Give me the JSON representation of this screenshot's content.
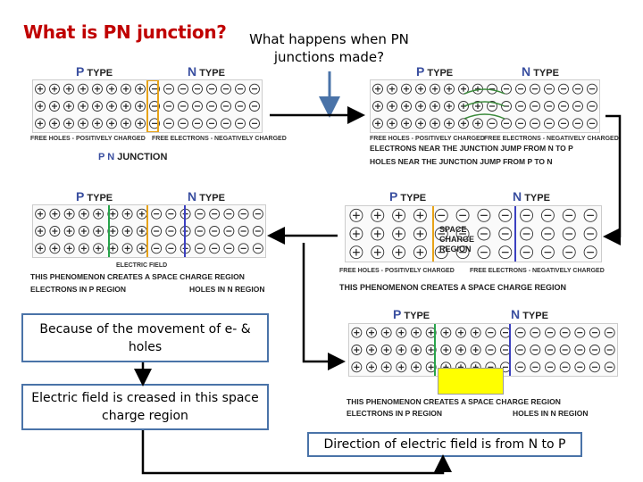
{
  "title": "What is PN junction?",
  "question": "What happens when PN junctions made?",
  "box_movement": "Because of the movement of e- & holes",
  "box_field": "Electric field is creased in this space charge region",
  "box_direction": "Direction of electric field is from N to P",
  "labels": {
    "p": "P",
    "n": "N",
    "type": "TYPE",
    "pn_junction": "P N JUNCTION",
    "free_holes": "FREE HOLES - POSITIVELY CHARGED",
    "free_electrons": "FREE ELECTRONS - NEGATIVELY CHARGED",
    "electrons_near": "ELECTRONS NEAR THE JUNCTION JUMP FROM N TO P",
    "holes_near": "HOLES NEAR THE JUNCTION JUMP FROM P TO N",
    "electric_field": "ELECTRIC FIELD",
    "phenomenon": "THIS PHENOMENON CREATES A SPACE CHARGE REGION",
    "electrons_in_p": "ELECTRONS IN P REGION",
    "holes_in_n": "HOLES IN N REGION",
    "space_charge": "SPACE CHARGE REGION"
  },
  "colors": {
    "title": "#c00000",
    "box_border": "#4a73a8",
    "arrow": "#000000",
    "yellow": "#ffff00",
    "p_border": "#27a34a",
    "n_border": "#3b3fc0",
    "junction": "#e8a317"
  }
}
